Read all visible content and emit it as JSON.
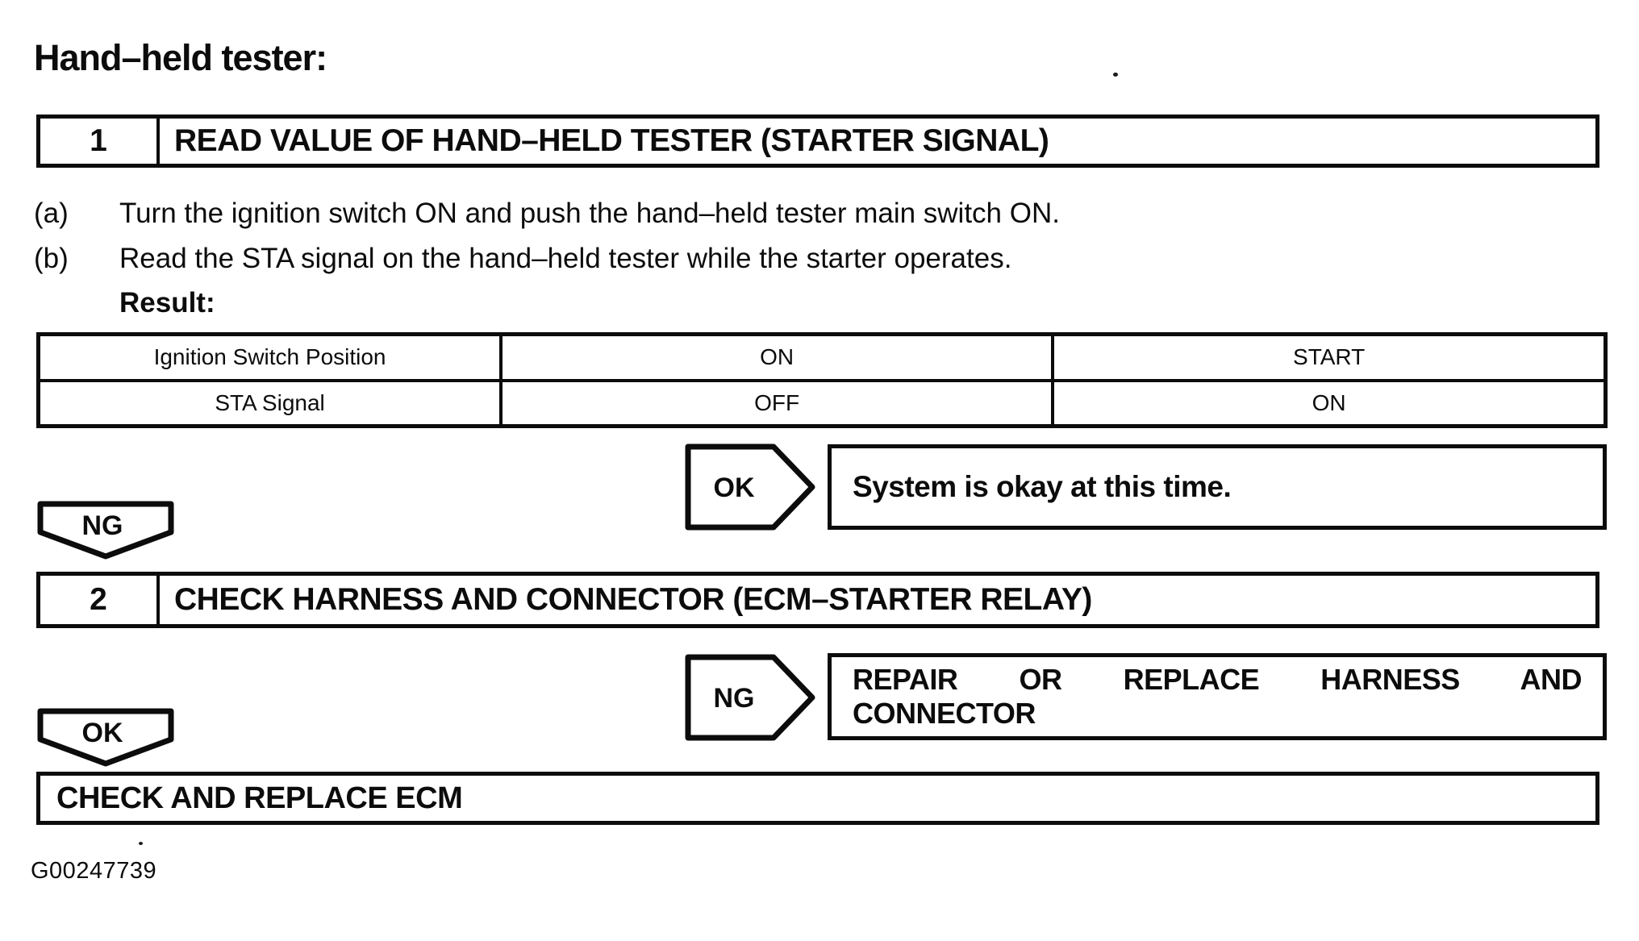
{
  "page": {
    "title": "Hand–held tester:",
    "figure_id": "G00247739"
  },
  "colors": {
    "ink": "#0c0c0c",
    "paper": "#ffffff"
  },
  "steps": [
    {
      "number": "1",
      "title": "READ VALUE OF HAND–HELD TESTER (STARTER SIGNAL)"
    },
    {
      "number": "2",
      "title": "CHECK HARNESS AND CONNECTOR (ECM–STARTER RELAY)"
    }
  ],
  "instructions": [
    {
      "marker": "(a)",
      "text": "Turn the ignition switch ON and push the hand–held tester main switch ON."
    },
    {
      "marker": "(b)",
      "text": "Read the STA signal on the hand–held tester while the starter operates."
    }
  ],
  "result_label": "Result:",
  "result_table": {
    "rows": [
      [
        "Ignition Switch Position",
        "ON",
        "START"
      ],
      [
        "STA Signal",
        "OFF",
        "ON"
      ]
    ]
  },
  "branches": {
    "ok_connector": {
      "label": "OK",
      "outcome": "System is okay at this time."
    },
    "ng_status": {
      "label": "NG"
    },
    "ng_connector": {
      "label": "NG",
      "outcome_lines": [
        "REPAIR OR REPLACE HARNESS AND",
        "CONNECTOR"
      ]
    },
    "ok_status": {
      "label": "OK"
    },
    "final_action": "CHECK AND REPLACE ECM"
  }
}
